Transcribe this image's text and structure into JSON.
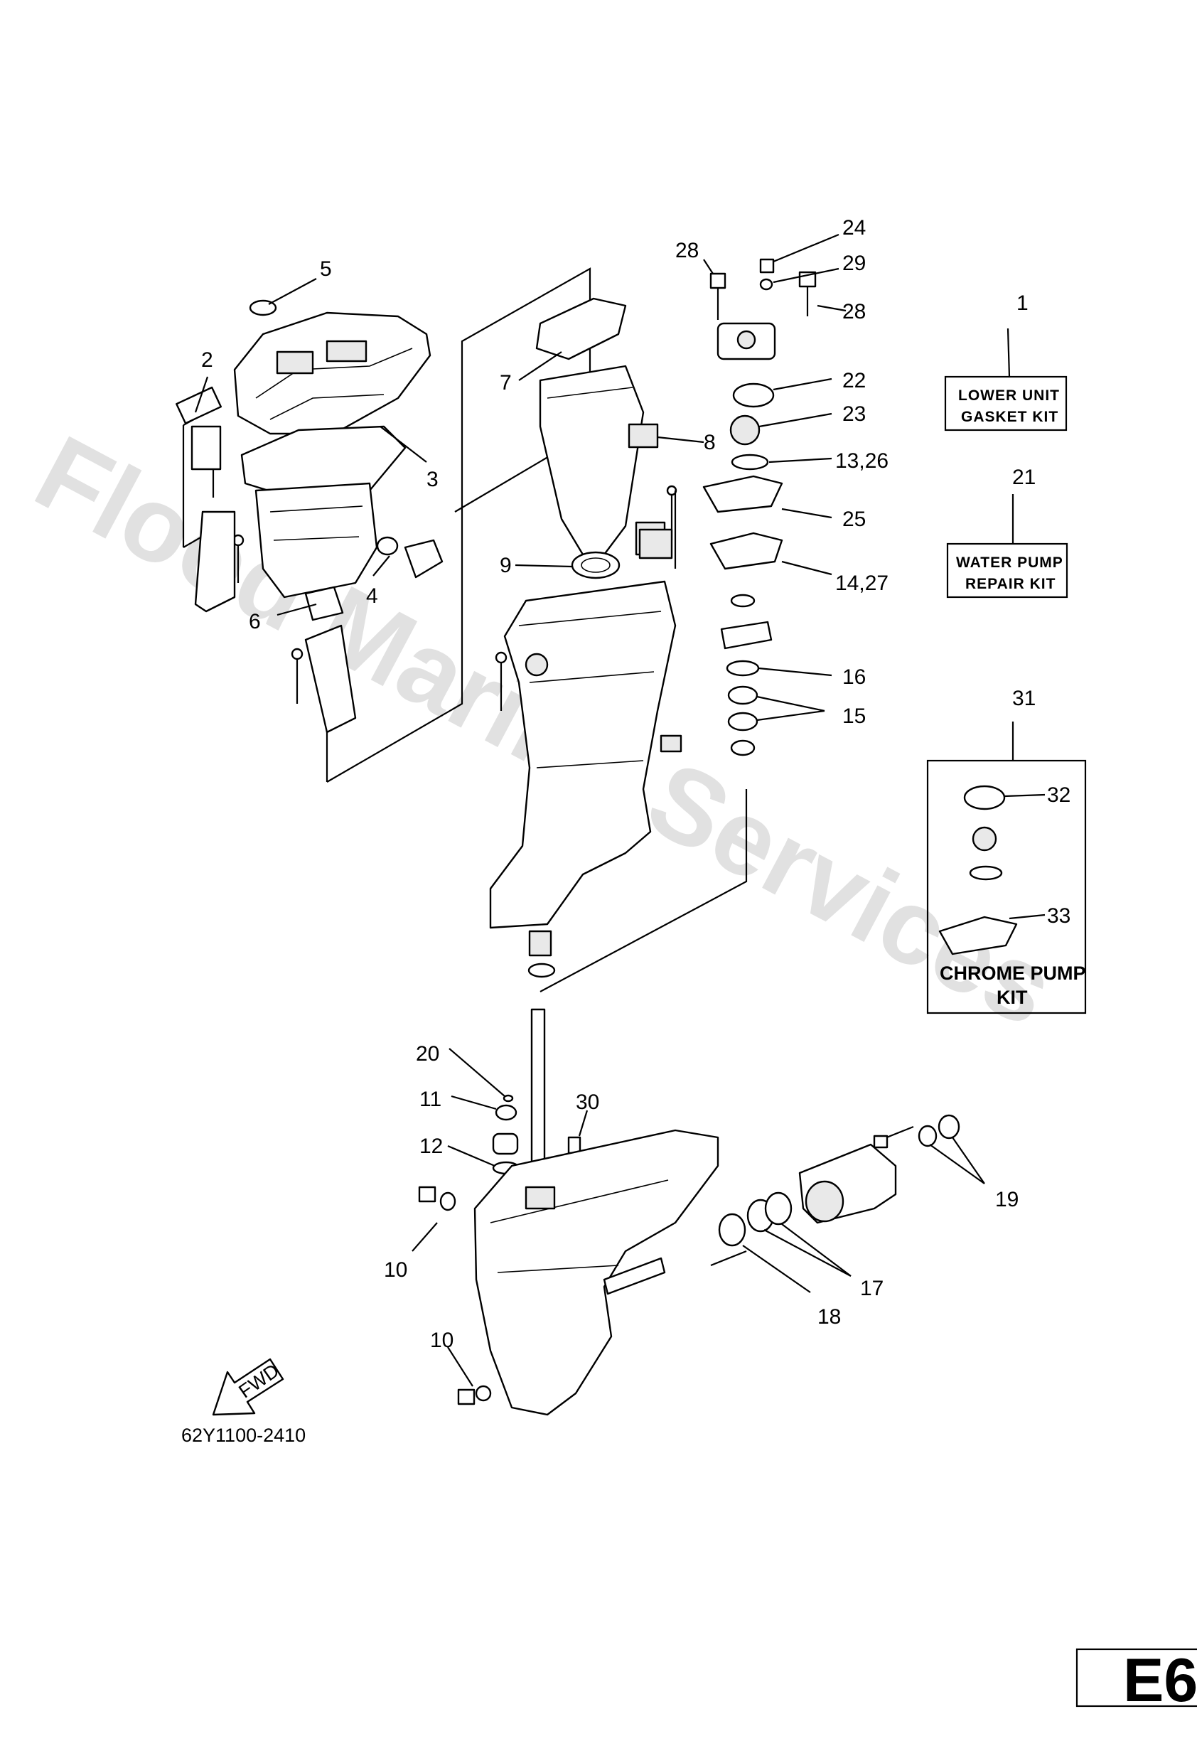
{
  "watermark": "Flood Marine Services",
  "diagram_code": "62Y1100-2410",
  "page_tag": "E6",
  "fwd_label": "FWD",
  "kits": {
    "lower_unit": {
      "line1": "LOWER UNIT",
      "line2": "GASKET KIT",
      "ref": "1"
    },
    "water_pump": {
      "line1": "WATER PUMP",
      "line2": "REPAIR KIT",
      "ref": "21"
    },
    "chrome_pump": {
      "line1": "CHROME PUMP",
      "line2": "KIT",
      "ref": "31"
    }
  },
  "callouts": {
    "c2": "2",
    "c3": "3",
    "c4": "4",
    "c5": "5",
    "c6": "6",
    "c7": "7",
    "c8": "8",
    "c9": "9",
    "c10a": "10",
    "c10b": "10",
    "c11": "11",
    "c12": "12",
    "c13_26": "13,26",
    "c14_27": "14,27",
    "c15": "15",
    "c16": "16",
    "c17": "17",
    "c18": "18",
    "c19": "19",
    "c20": "20",
    "c22": "22",
    "c23": "23",
    "c24": "24",
    "c25": "25",
    "c28a": "28",
    "c28b": "28",
    "c29": "29",
    "c30": "30",
    "c32": "32",
    "c33": "33"
  }
}
